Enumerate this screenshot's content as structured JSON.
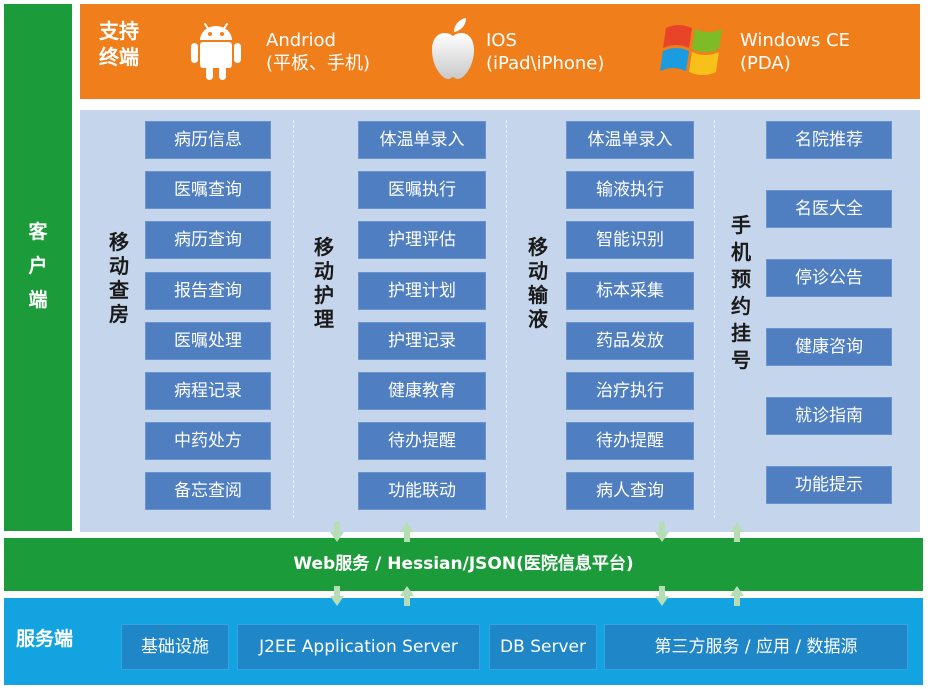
{
  "client": {
    "label_chars": [
      "客",
      "户",
      "端"
    ]
  },
  "support": {
    "label_lines": [
      "支持",
      "终端"
    ],
    "platforms": [
      {
        "icon": "android-icon",
        "lines": [
          "Andriod",
          "(平板、手机)"
        ]
      },
      {
        "icon": "apple-icon",
        "lines": [
          "IOS",
          "(iPad\\iPhone)"
        ]
      },
      {
        "icon": "windows-icon",
        "lines": [
          "Windows CE",
          "(PDA)"
        ]
      }
    ]
  },
  "modules": [
    {
      "title_chars": [
        "移",
        "动",
        "查",
        "房"
      ],
      "items": [
        "病历信息",
        "医嘱查询",
        "病历查询",
        "报告查询",
        "医嘱处理",
        "病程记录",
        "中药处方",
        "备忘查阅"
      ]
    },
    {
      "title_chars": [
        "移",
        "动",
        "护",
        "理"
      ],
      "items": [
        "体温单录入",
        "医嘱执行",
        "护理评估",
        "护理计划",
        "护理记录",
        "健康教育",
        "待办提醒",
        "功能联动"
      ]
    },
    {
      "title_chars": [
        "移",
        "动",
        "输",
        "液"
      ],
      "items": [
        "体温单录入",
        "输液执行",
        "智能识别",
        "标本采集",
        "药品发放",
        "治疗执行",
        "待办提醒",
        "病人查询"
      ]
    },
    {
      "title_chars": [
        "手",
        "机",
        "预",
        "约",
        "挂",
        "号"
      ],
      "items": [
        "名院推荐",
        "名医大全",
        "停诊公告",
        "健康咨询",
        "就诊指南",
        "功能提示"
      ]
    }
  ],
  "web_service": {
    "label": "Web服务 / Hessian/JSON(医院信息平台)"
  },
  "server": {
    "label": "服务端",
    "items": [
      "基础设施",
      "J2EE Application Server",
      "DB Server",
      "第三方服务 / 应用 / 数据源"
    ]
  },
  "colors": {
    "client_green": "#1b9b3a",
    "support_orange": "#ef7e1b",
    "panel_blue": "#c5d6ec",
    "button_blue": "#4f7fc0",
    "server_blue": "#12a3e0",
    "server_box": "#1f86c8"
  }
}
